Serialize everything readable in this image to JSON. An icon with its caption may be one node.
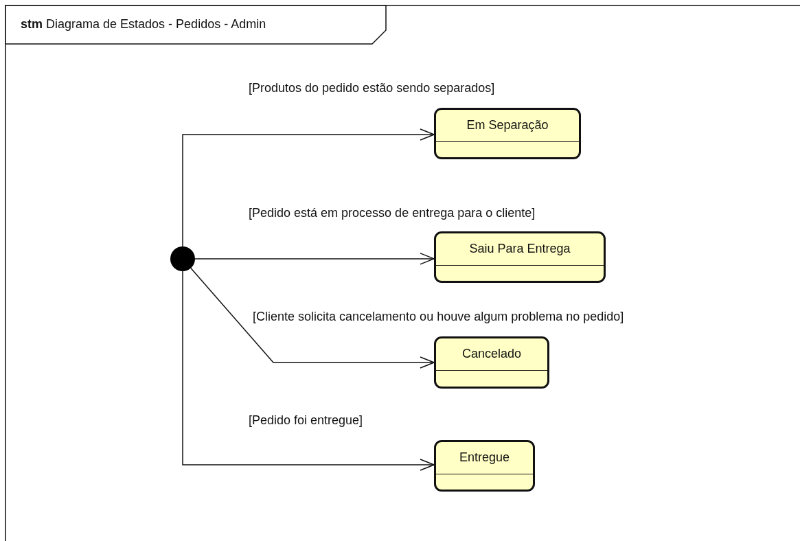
{
  "diagram": {
    "title": "**stm** Diagrama de Estados - Pedidos - Admin",
    "nodes": [
      {
        "text": [],
        "shape": "circle"
      },
      {
        "text": [
          "Em Separação"
        ]
      },
      {
        "text": [
          "Saiu Para Entrega"
        ]
      },
      {
        "text": [
          "Cancelado"
        ]
      },
      {
        "text": [
          "Entregue"
        ]
      }
    ],
    "edges": [
      {
        "from": 0,
        "to": 1,
        "arrow": "to",
        "label": "[Produtos do pedido estão sendo separados]"
      },
      {
        "from": 0,
        "to": 2,
        "arrow": "to",
        "label": "[Pedido está em processo de entrega para o cliente]"
      },
      {
        "from": 0,
        "to": 3,
        "arrow": "to",
        "label": "[Cliente solicita cancelamento ou houve algum problema no pedido]"
      },
      {
        "from": 0,
        "to": 4,
        "arrow": "to",
        "label": "[Pedido foi entregue]"
      }
    ]
  }
}
